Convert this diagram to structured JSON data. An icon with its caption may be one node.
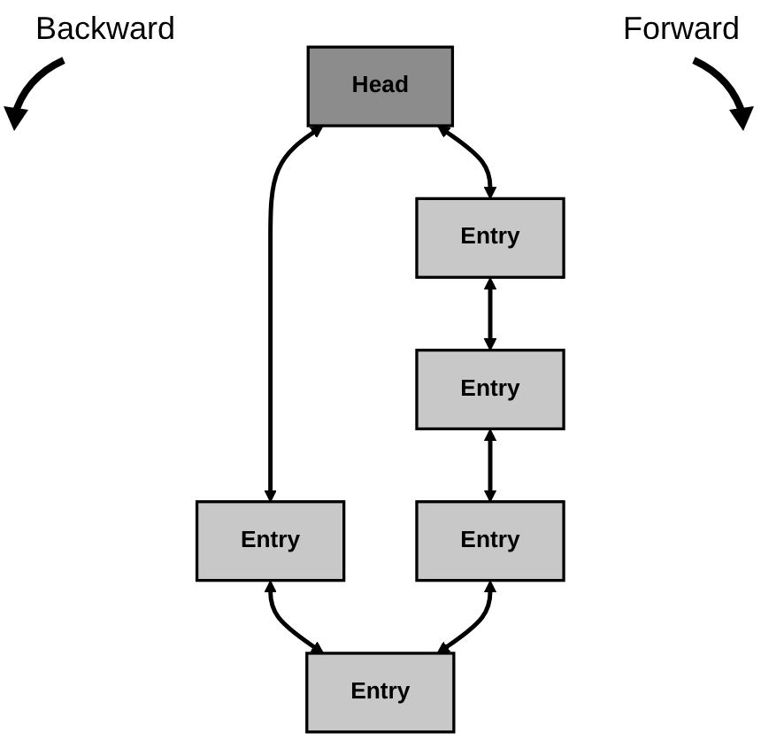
{
  "diagram": {
    "nodes": [
      {
        "text": [
          "Head"
        ]
      },
      {
        "text": [
          "Entry"
        ]
      },
      {
        "text": [
          "Entry"
        ]
      },
      {
        "text": [
          "Entry"
        ]
      },
      {
        "text": [
          "Entry"
        ]
      },
      {
        "text": [
          "Entry"
        ]
      }
    ],
    "edges": [
      {
        "from": 0,
        "to": 1,
        "arrow": "both"
      },
      {
        "from": 0,
        "to": 2,
        "arrow": "both"
      },
      {
        "from": 1,
        "to": 3,
        "arrow": "both"
      },
      {
        "from": 2,
        "to": 4,
        "arrow": "both"
      },
      {
        "from": 3,
        "to": 5,
        "arrow": "both"
      },
      {
        "from": 5,
        "to": 4,
        "arrow": "both"
      }
    ],
    "labels": [
      "Backward",
      "Forward"
    ]
  }
}
